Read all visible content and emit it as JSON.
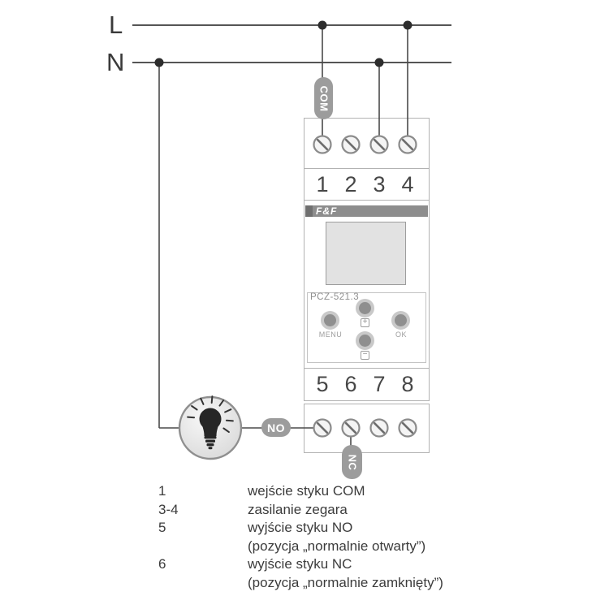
{
  "power": {
    "l": "L",
    "n": "N"
  },
  "badges": {
    "com": "COM",
    "no": "NO",
    "nc": "NC"
  },
  "device": {
    "brand": "F&F",
    "model": "PCZ-521.3",
    "terminals_top": [
      "1",
      "2",
      "3",
      "4"
    ],
    "terminals_bottom": [
      "5",
      "6",
      "7",
      "8"
    ],
    "controls": {
      "menu": "MENU",
      "ok": "OK",
      "plus": "+",
      "minus": "−"
    }
  },
  "legend": {
    "rows": [
      {
        "ref": "1",
        "desc": "wejście styku COM"
      },
      {
        "ref": "3-4",
        "desc": "zasilanie zegara"
      },
      {
        "ref": "5",
        "desc": "wyjście styku NO"
      },
      {
        "ref": "",
        "desc": "(pozycja „normalnie otwarty”)"
      },
      {
        "ref": "6",
        "desc": "wyjście styku NC"
      },
      {
        "ref": "",
        "desc": "(pozycja „normalnie zamknięty”)"
      }
    ]
  },
  "colors": {
    "badge_gray": "#9c9c9c",
    "logo_bar_gray": "#8d8d8d",
    "wire_dark": "#3d3d3d",
    "lcd_gray": "#e2e2e2",
    "text_dark": "#3c3c3c"
  }
}
